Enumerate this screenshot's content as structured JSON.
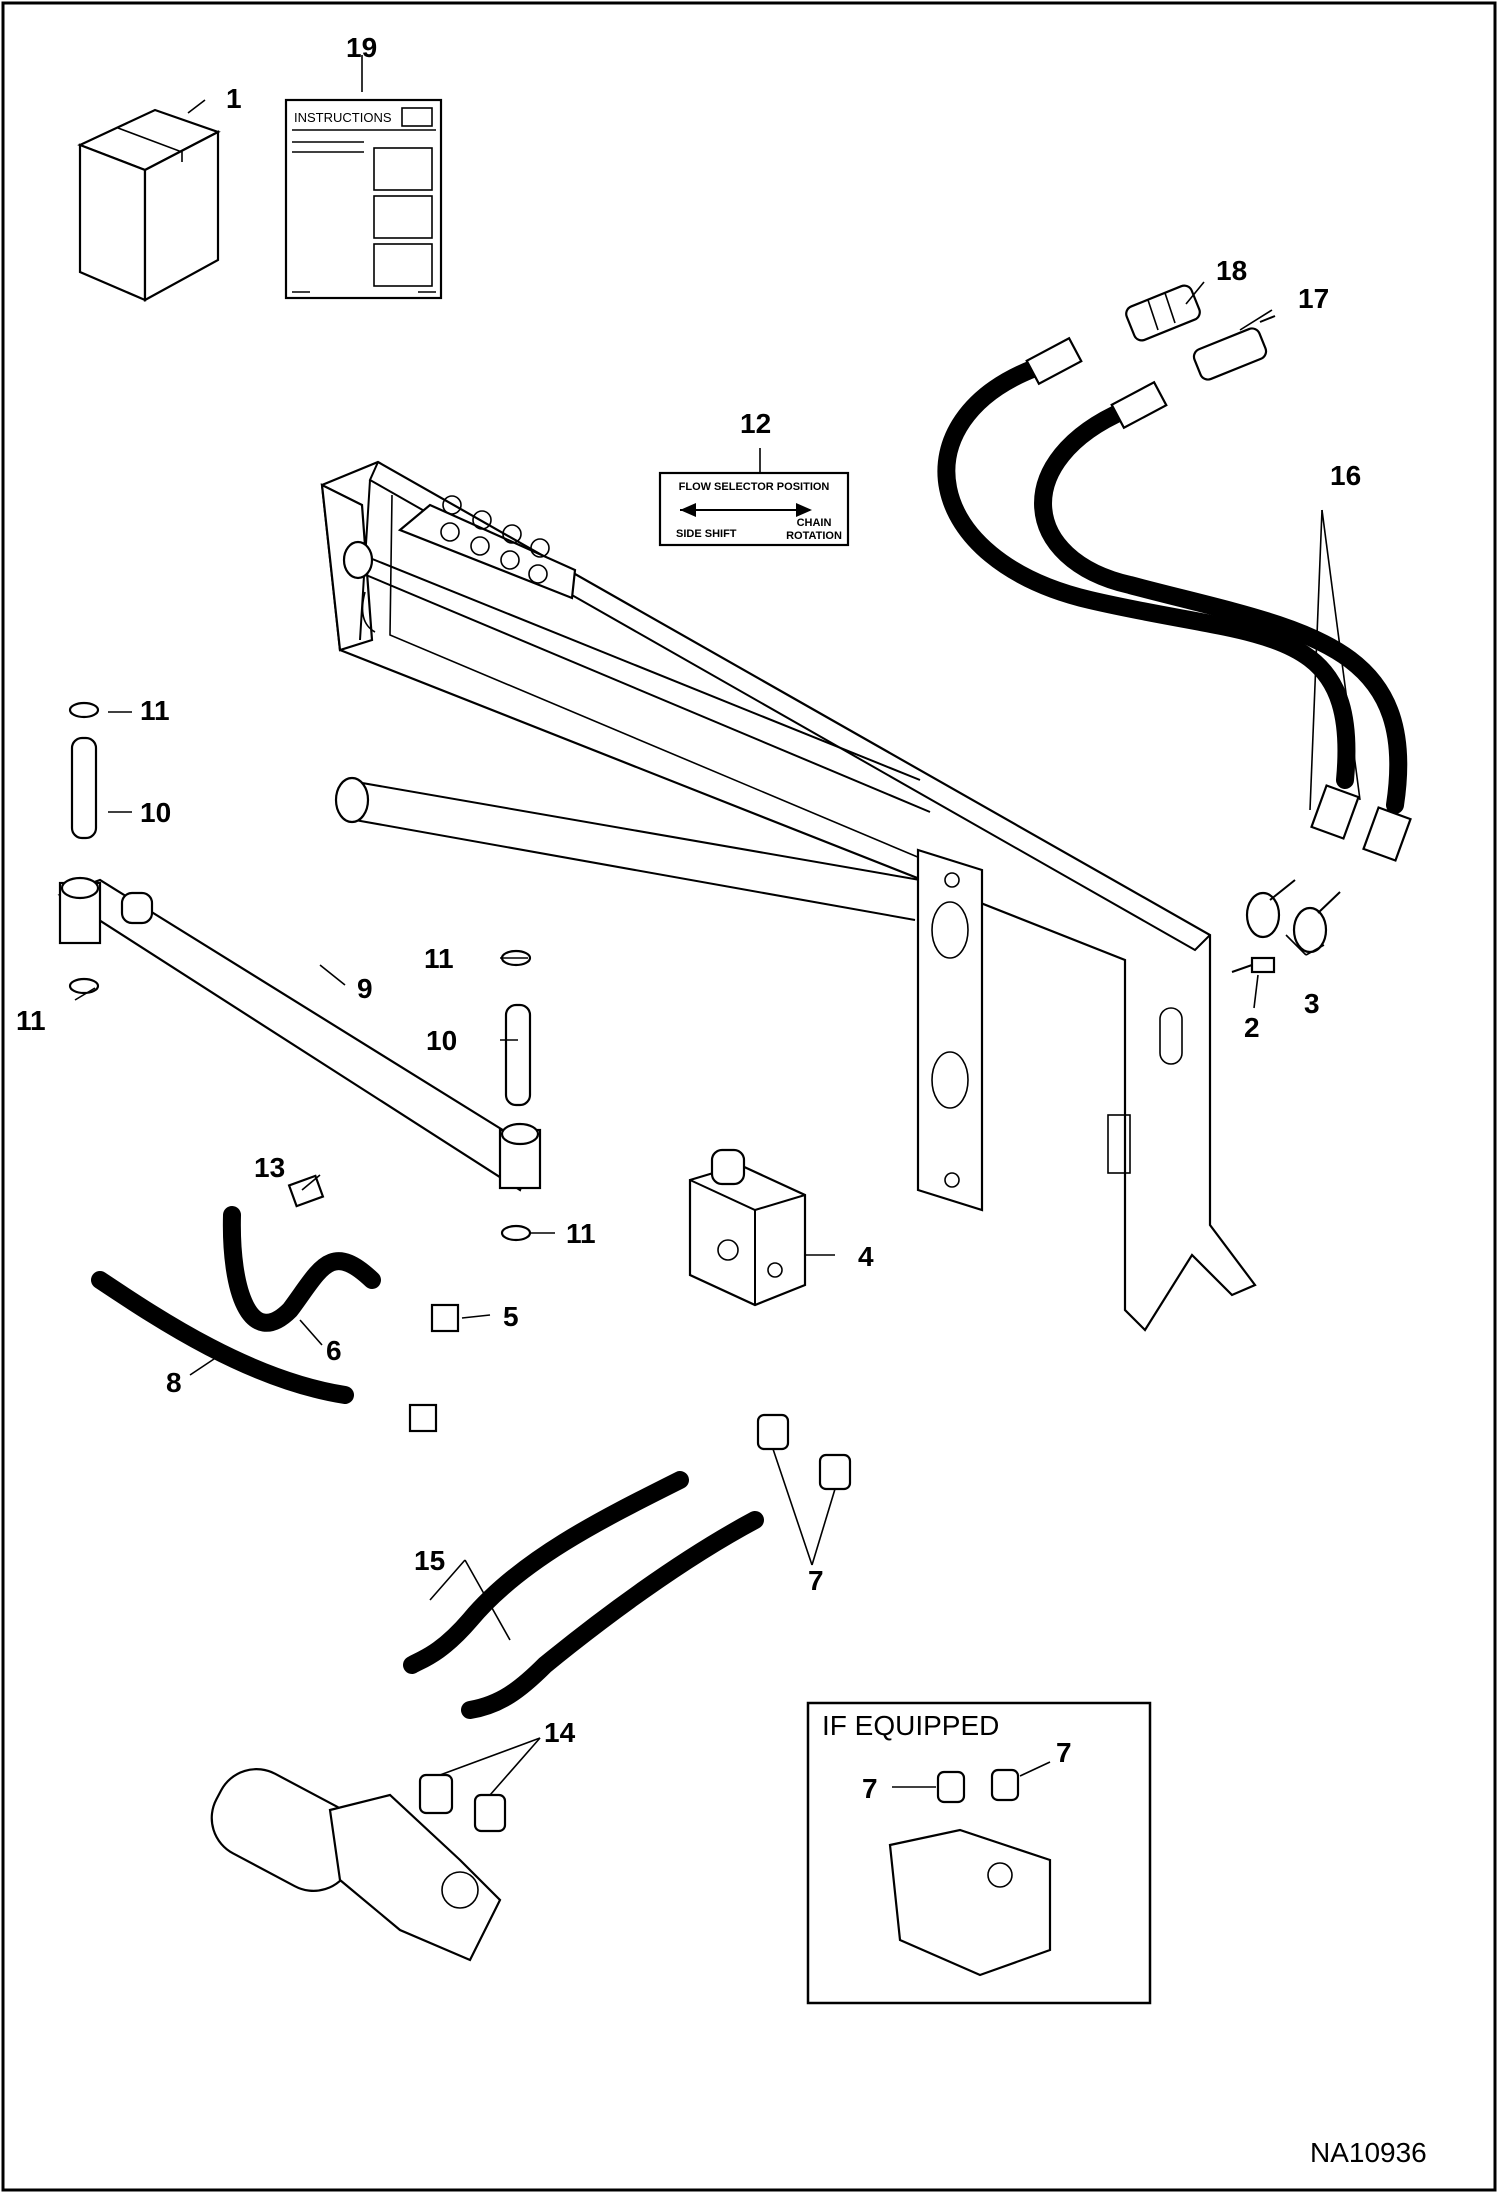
{
  "instructions_label": "INSTRUCTIONS",
  "decal": {
    "title": "FLOW SELECTOR POSITION",
    "left": "SIDE SHIFT",
    "right_line1": "CHAIN",
    "right_line2": "ROTATION"
  },
  "inset_title": "IF EQUIPPED",
  "figure_code": "NA10936",
  "callouts": {
    "c1": "1",
    "c2": "2",
    "c3": "3",
    "c4": "4",
    "c5": "5",
    "c6": "6",
    "c7a": "7",
    "c7b": "7",
    "c7c": "7",
    "c8": "8",
    "c9": "9",
    "c10a": "10",
    "c10b": "10",
    "c11a": "11",
    "c11b": "11",
    "c11c": "11",
    "c11d": "11",
    "c12": "12",
    "c13": "13",
    "c14": "14",
    "c15": "15",
    "c16": "16",
    "c17": "17",
    "c18": "18",
    "c19": "19"
  },
  "icons": [
    "parts-box-icon",
    "instruction-manual-icon",
    "decal-icon",
    "hydraulic-motor-icon",
    "valve-block-icon"
  ]
}
